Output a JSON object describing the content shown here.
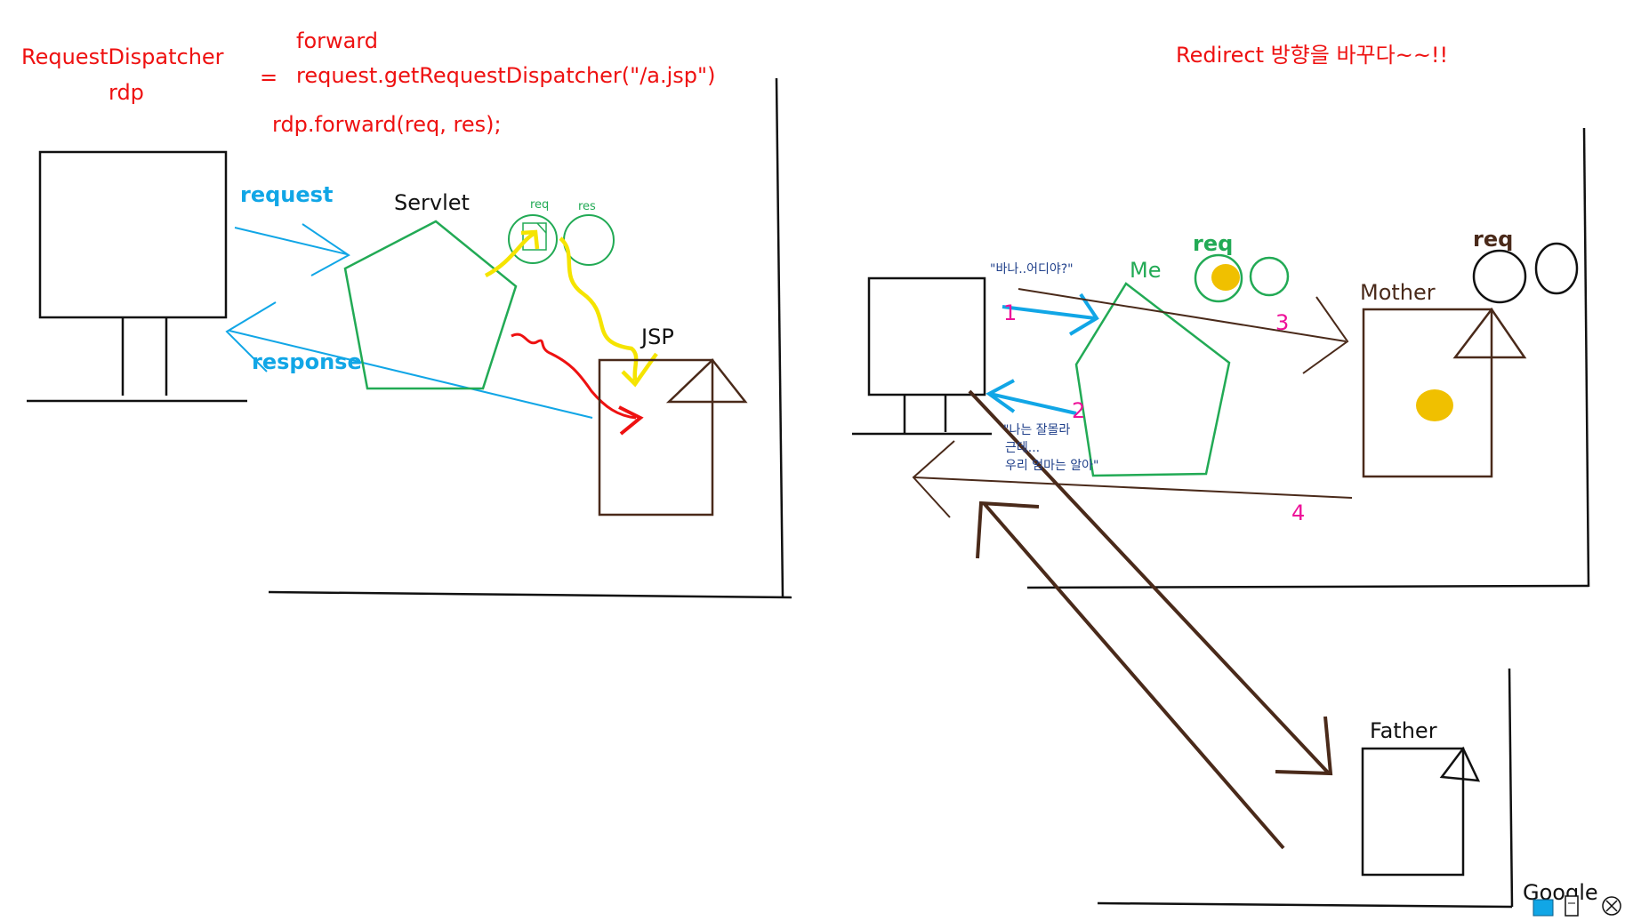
{
  "left": {
    "rd_label": "RequestDispatcher",
    "rd_short": "rdp",
    "equals": "=",
    "forward_title": "forward",
    "get_rd_code": "request.getRequestDispatcher(\"/a.jsp\")",
    "forward_call": "rdp.forward(req, res);",
    "request_label": "request",
    "response_label": "response",
    "servlet_label": "Servlet",
    "req_small": "req",
    "res_small": "res",
    "jsp_label": "JSP"
  },
  "right": {
    "title": "Redirect 방향을 바꾸다~~!!",
    "me_label": "Me",
    "me_req": "req",
    "mother_label": "Mother",
    "mother_req": "req",
    "father_label": "Father",
    "quote_top": "\"바나..어디야?\"",
    "quote_bottom_1": "\"나는 잘몰라",
    "quote_bottom_2": "근데...",
    "quote_bottom_3": "우리 엄마는 알아\"",
    "step_1": "1",
    "step_2": "2",
    "step_3": "3",
    "step_4": "4"
  },
  "footer": {
    "brand": "Google"
  },
  "colors": {
    "red": "#ee1111",
    "blue": "#11a6e6",
    "green": "#22aa55",
    "brown": "#4a2a1a",
    "yellow": "#f5e400",
    "gold": "#f0c000",
    "pink": "#ee1199"
  }
}
